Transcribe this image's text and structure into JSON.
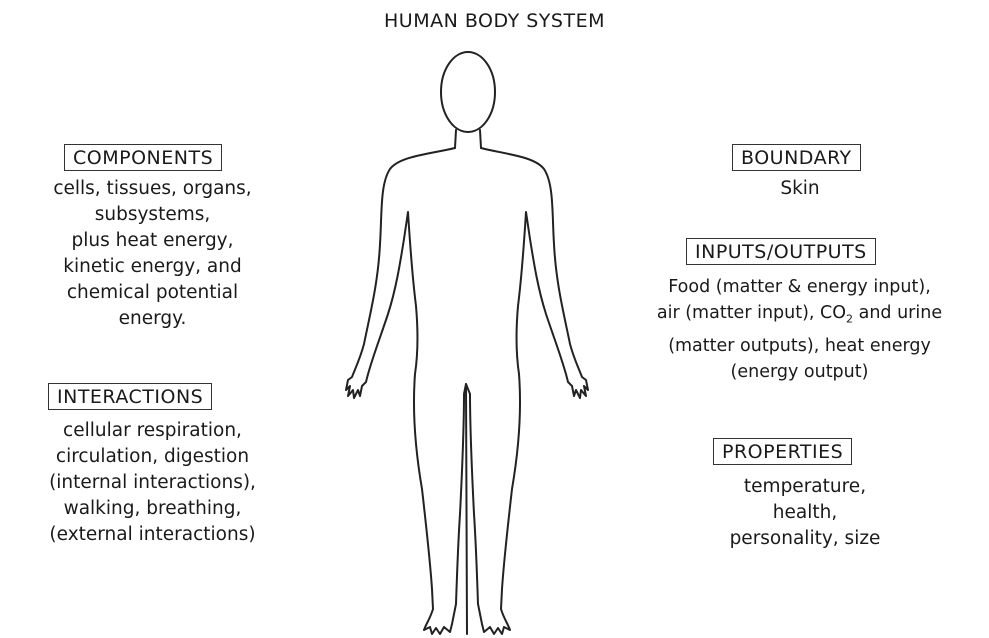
{
  "title": "HUMAN BODY SYSTEM",
  "components": {
    "heading": "COMPONENTS",
    "lines": [
      "cells, tissues, organs,",
      "subsystems,",
      "plus heat energy,",
      "kinetic energy, and",
      "chemical potential",
      "energy."
    ]
  },
  "interactions": {
    "heading": "INTERACTIONS",
    "lines": [
      "cellular respiration,",
      "circulation, digestion",
      "(internal interactions),",
      "walking, breathing,",
      "(external interactions)"
    ]
  },
  "boundary": {
    "heading": "BOUNDARY",
    "lines": [
      "Skin"
    ]
  },
  "inputs_outputs": {
    "heading": "INPUTS/OUTPUTS",
    "line1": "Food (matter & energy input),",
    "line2_pre": "air (matter input), CO",
    "line2_sub": "2",
    "line2_post": " and urine",
    "line3": "(matter outputs), heat energy",
    "line4": "(energy output)"
  },
  "properties": {
    "heading": "PROPERTIES",
    "lines": [
      "temperature,",
      "health,",
      "personality, size"
    ]
  }
}
